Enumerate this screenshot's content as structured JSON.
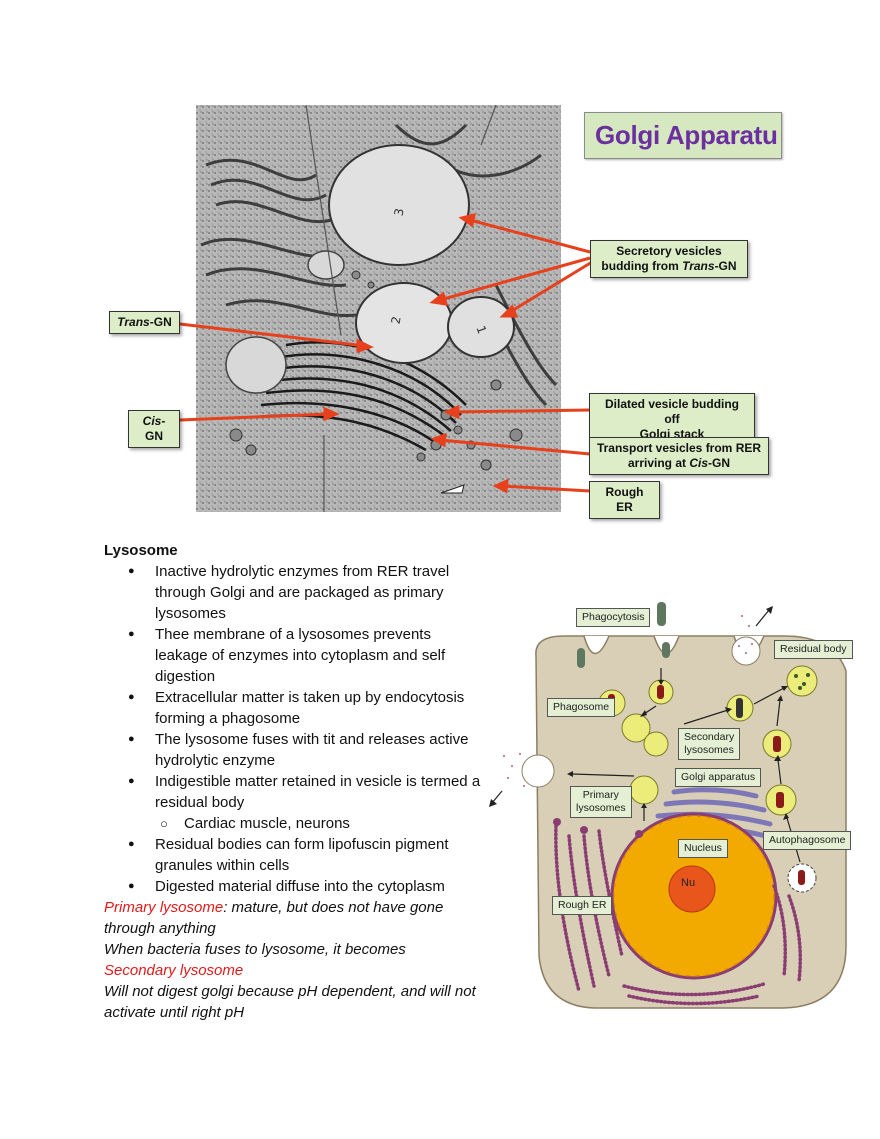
{
  "golgi_figure": {
    "title": "Golgi Apparatu",
    "micrograph_numbers": [
      "3",
      "2",
      "1"
    ],
    "callouts": {
      "secretory_a": "Secretory vesicles",
      "secretory_b": "budding from",
      "secretory_c": "Trans",
      "secretory_d": "-GN",
      "trans_a": "Trans",
      "trans_b": "-GN",
      "cis_a": "Cis",
      "cis_b": "-GN",
      "dilated_a": "Dilated vesicle budding off",
      "dilated_b": "Golgi stack",
      "transport_a": "Transport vesicles from RER",
      "transport_b": "arriving at",
      "transport_c": "Cis",
      "transport_d": "-GN",
      "rough_er": "Rough ER"
    },
    "colors": {
      "callout_bg": "#dcedc8",
      "arrow": "#e8401c",
      "title": "#6c2fa0"
    }
  },
  "lysosome_notes": {
    "heading": "Lysosome",
    "bullets": [
      "Inactive hydrolytic enzymes from RER travel through Golgi and are packaged as primary lysosomes",
      "Thee membrane of a lysosomes prevents leakage of enzymes into cytoplasm and self digestion",
      "Extracellular matter is taken up by endocytosis forming a phagosome",
      "The lysosome fuses with tit and releases active hydrolytic enzyme",
      "Indigestible matter retained in vesicle is termed a residual body"
    ],
    "sub_bullets": [
      "Cardiac muscle, neurons"
    ],
    "bullets_2": [
      "Residual bodies can form lipofuscin pigment granules within cells",
      " Digested material diffuse into the cytoplasm"
    ],
    "primary_term": "Primary lysosome",
    "primary_def": ": mature, but does not have gone through anything",
    "bacteria_text": "When bacteria fuses to lysosome, it becomes",
    "secondary_term": "Secondary lysosome",
    "ph_note": "Will not digest golgi because pH dependent, and will not activate until right pH"
  },
  "cell_diagram": {
    "labels": {
      "phagocytosis": "Phagocytosis",
      "residual_body": "Residual body",
      "phagosome": "Phagosome",
      "secondary_a": "Secondary",
      "secondary_b": "lysosomes",
      "golgi": "Golgi apparatus",
      "primary_a": "Primary",
      "primary_b": "lysosomes",
      "autophagosome": "Autophagosome",
      "nucleus": "Nucleus",
      "nu": "Nu",
      "rough_er": "Rough ER"
    },
    "colors": {
      "cytoplasm": "#d9cfb6",
      "nucleus": "#f2a900",
      "er": "#8a3d72",
      "vesicle": "#ecec7a"
    }
  }
}
